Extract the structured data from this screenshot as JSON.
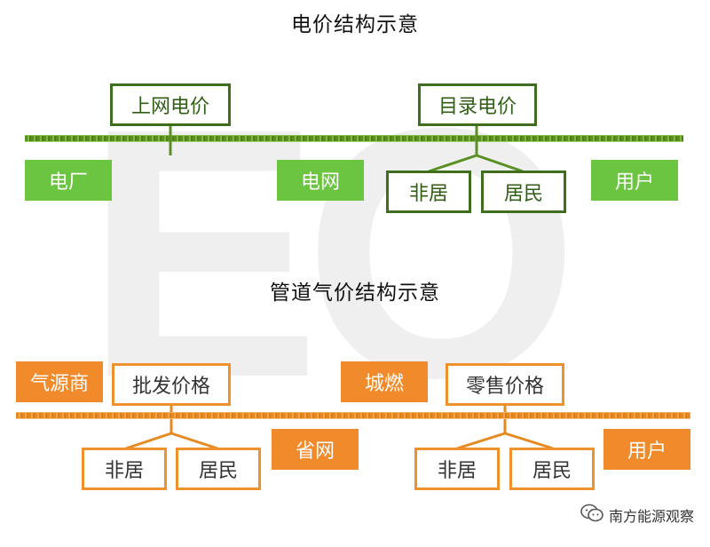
{
  "colors": {
    "green_line": "#5a8f23",
    "green_outline": "#3f6e1e",
    "green_fill": "#6cc540",
    "orange_line": "#e58a20",
    "orange_outline": "#f0922b",
    "orange_fill": "#f08a2a",
    "watermark": "#efefef"
  },
  "watermark_text": "EO",
  "electricity": {
    "title": "电价结构示意",
    "top_labels": [
      "上网电价",
      "目录电价"
    ],
    "nodes": [
      "电厂",
      "电网",
      "用户"
    ],
    "branches": [
      "非居",
      "居民"
    ]
  },
  "gas": {
    "title": "管道气价结构示意",
    "top_nodes": [
      "气源商",
      "城燃"
    ],
    "top_labels": [
      "批发价格",
      "零售价格"
    ],
    "nodes": [
      "省网",
      "用户"
    ],
    "branches_left": [
      "非居",
      "居民"
    ],
    "branches_right": [
      "非居",
      "居民"
    ]
  },
  "footer": {
    "icon": "wechat-icon",
    "text": "南方能源观察"
  }
}
